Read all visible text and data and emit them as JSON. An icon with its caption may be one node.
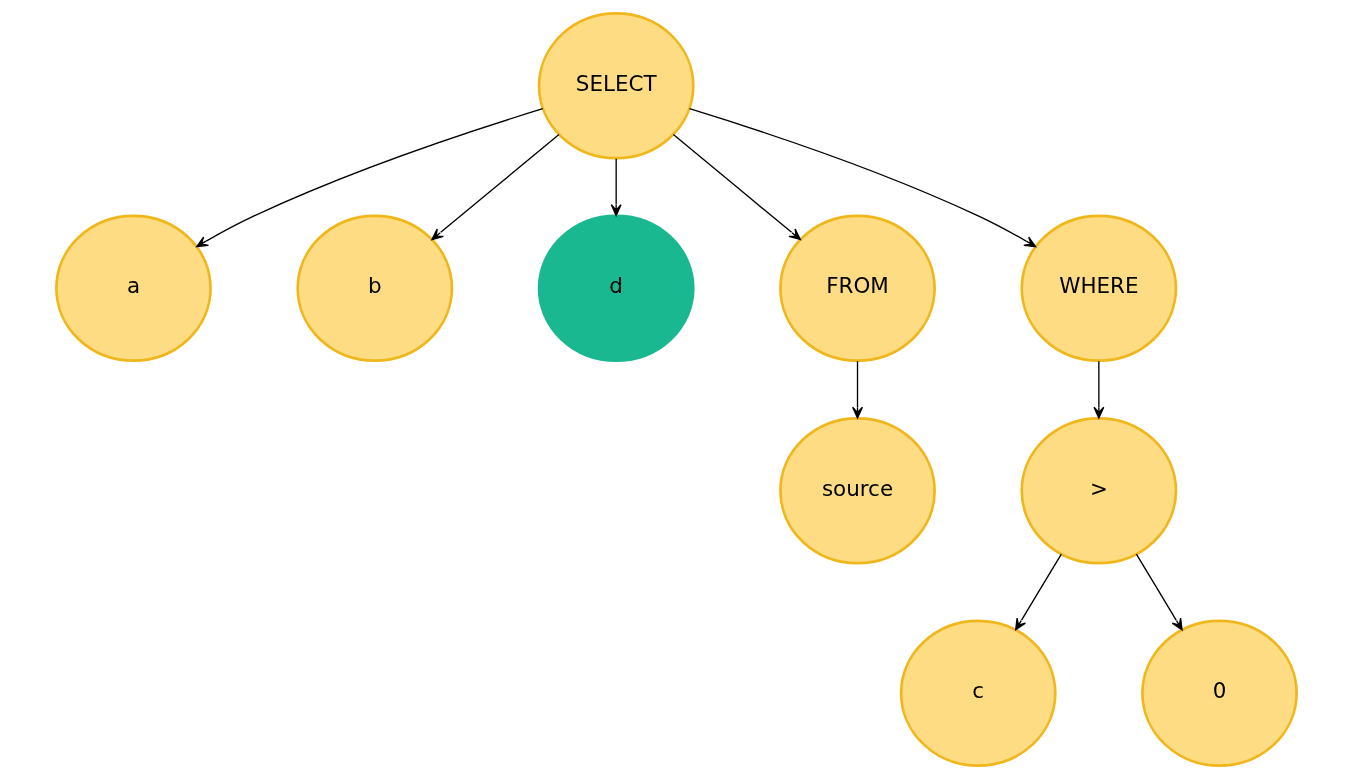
{
  "diagram": {
    "nodes": [
      {
        "text": [
          "SELECT"
        ]
      },
      {
        "text": [
          "a"
        ]
      },
      {
        "text": [
          "b"
        ]
      },
      {
        "text": [
          "d"
        ]
      },
      {
        "text": [
          "FROM"
        ]
      },
      {
        "text": [
          "WHERE"
        ]
      },
      {
        "text": [
          "source"
        ]
      },
      {
        "text": [
          ">"
        ]
      },
      {
        "text": [
          "c"
        ]
      },
      {
        "text": [
          "0"
        ]
      }
    ],
    "edges": [
      {
        "from": 0,
        "to": 1,
        "arrow": "to"
      },
      {
        "from": 0,
        "to": 2,
        "arrow": "to"
      },
      {
        "from": 0,
        "to": 3,
        "arrow": "to"
      },
      {
        "from": 0,
        "to": 4,
        "arrow": "to"
      },
      {
        "from": 0,
        "to": 5,
        "arrow": "to"
      },
      {
        "from": 4,
        "to": 6,
        "arrow": "to"
      },
      {
        "from": 5,
        "to": 7,
        "arrow": "to"
      },
      {
        "from": 7,
        "to": 8,
        "arrow": "to"
      },
      {
        "from": 7,
        "to": 9,
        "arrow": "to"
      }
    ]
  }
}
